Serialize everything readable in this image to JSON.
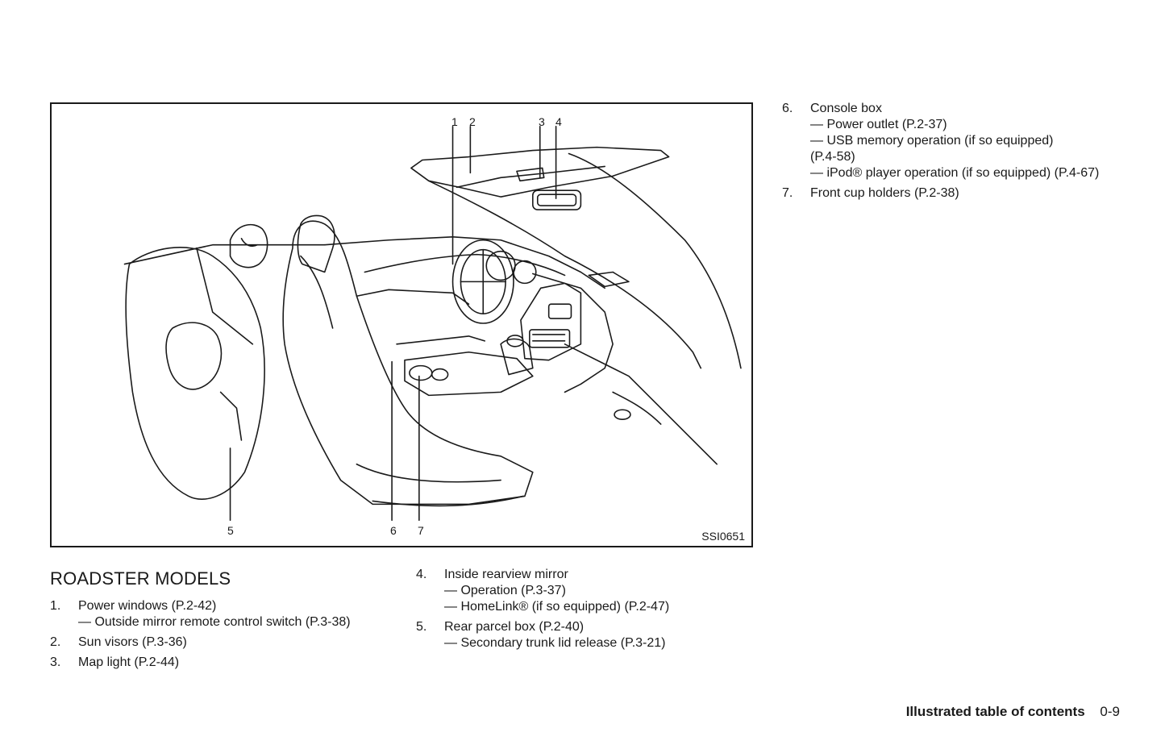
{
  "figure": {
    "code": "SSI0651",
    "callouts": [
      "1",
      "2",
      "3",
      "4",
      "5",
      "6",
      "7"
    ]
  },
  "section_title": "ROADSTER MODELS",
  "items": [
    {
      "num": "1.",
      "text": "Power windows (P.2-42)",
      "subs": [
        "— Outside mirror remote control switch (P.3-38)"
      ]
    },
    {
      "num": "2.",
      "text": "Sun visors (P.3-36)",
      "subs": []
    },
    {
      "num": "3.",
      "text": "Map light (P.2-44)",
      "subs": []
    },
    {
      "num": "4.",
      "text": "Inside rearview mirror",
      "subs": [
        "— Operation (P.3-37)",
        "— HomeLink® (if so equipped) (P.2-47)"
      ]
    },
    {
      "num": "5.",
      "text": "Rear parcel box (P.2-40)",
      "subs": [
        "— Secondary trunk lid release (P.3-21)"
      ]
    },
    {
      "num": "6.",
      "text": "Console box",
      "subs": [
        "— Power outlet (P.2-37)",
        "— USB memory operation (if so equipped)",
        "(P.4-58)",
        "— iPod® player operation (if so equipped) (P.4-67)"
      ]
    },
    {
      "num": "7.",
      "text": "Front cup holders (P.2-38)",
      "subs": []
    }
  ],
  "footer": {
    "title": "Illustrated table of contents",
    "page": "0-9"
  }
}
